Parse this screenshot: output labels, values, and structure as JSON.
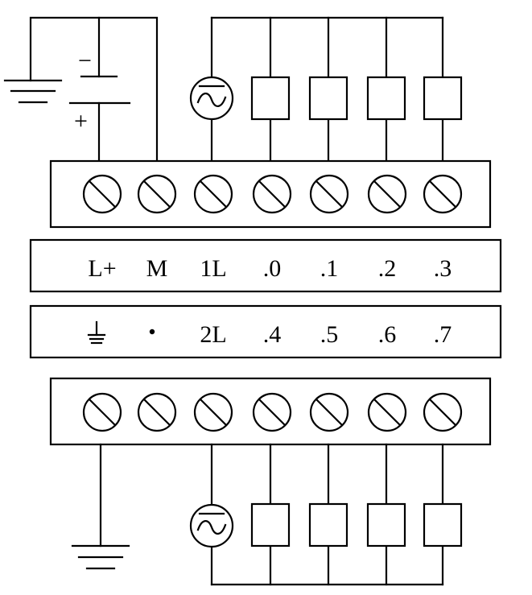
{
  "top_labels": [
    "L+",
    "M",
    "1L",
    ".0",
    ".1",
    ".2",
    ".3"
  ],
  "bottom_labels": [
    ".4",
    ".5",
    ".6",
    ".7"
  ],
  "bottom_aux": {
    "ground_symbol": "ground-icon",
    "dot_symbol": "dot-icon",
    "common": "2L"
  },
  "battery": {
    "minus": "−",
    "plus": "+"
  },
  "icons": {
    "battery": "battery-icon",
    "ground": "ground-icon",
    "ac_source": "ac-source-icon",
    "terminal": "terminal-screw-icon",
    "load": "load-icon"
  }
}
